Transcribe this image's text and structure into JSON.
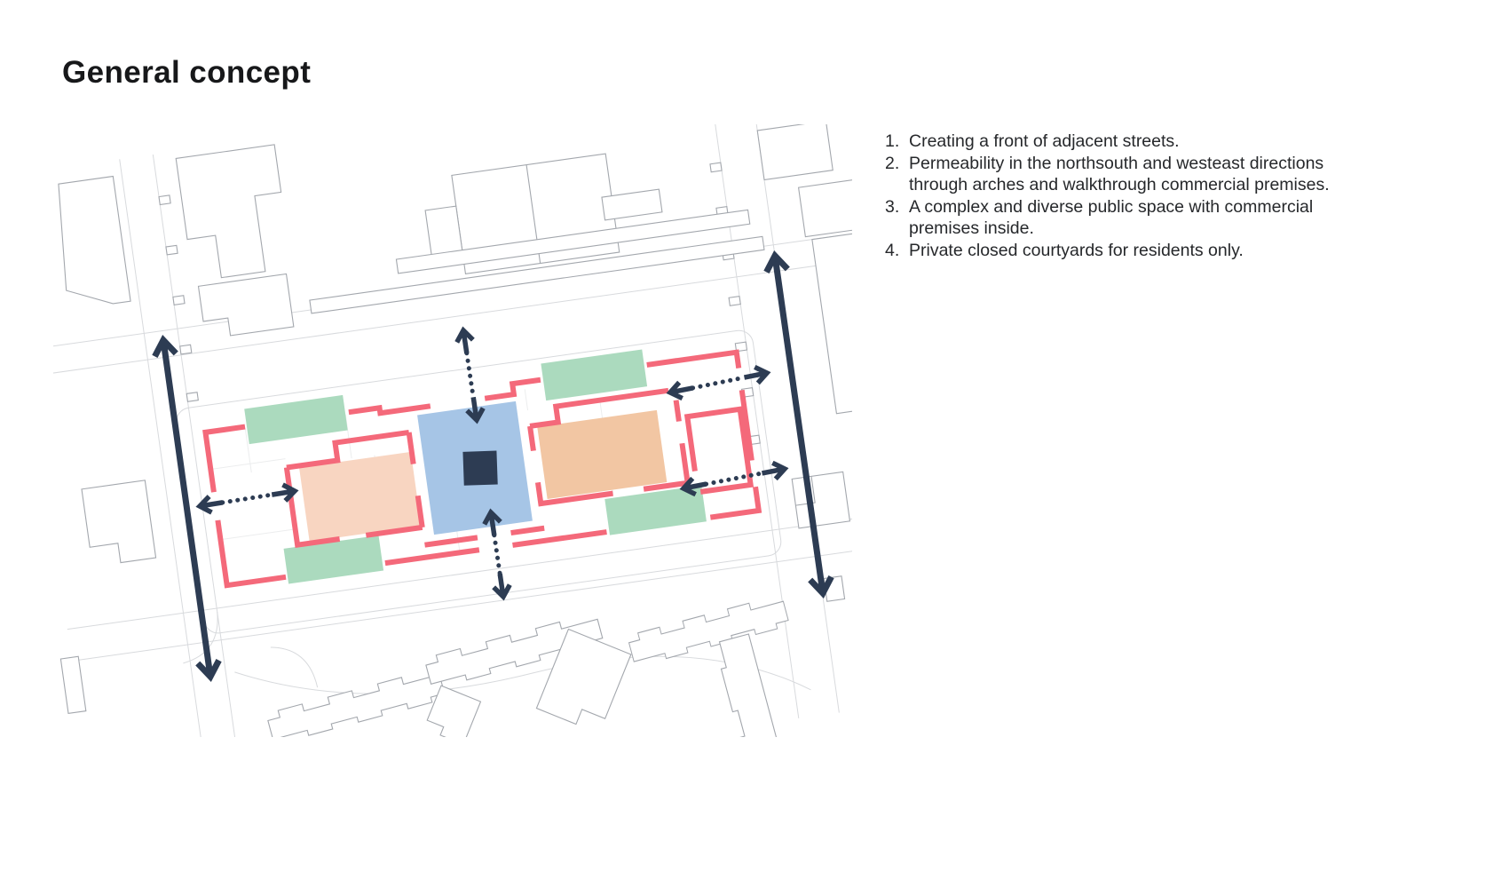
{
  "page": {
    "title": "General concept"
  },
  "concept_list": {
    "items": [
      "Creating a front of adjacent streets.",
      "Permeability in the northsouth and westeast directions through arches and walkthrough commercial premises.",
      "A complex and diverse public space with commercial premises inside.",
      "Private closed courtyards for residents only."
    ]
  },
  "colors": {
    "title": "#17181a",
    "text": "#26282b",
    "navy": "#2d3c53",
    "red": "#f4697a",
    "blue": "#a6c5e6",
    "peach_w": "#f8d5c1",
    "peach_e": "#f2c6a3",
    "green": "#abdabe",
    "gray": "#a3a7ad",
    "street": "#d8dadd"
  }
}
